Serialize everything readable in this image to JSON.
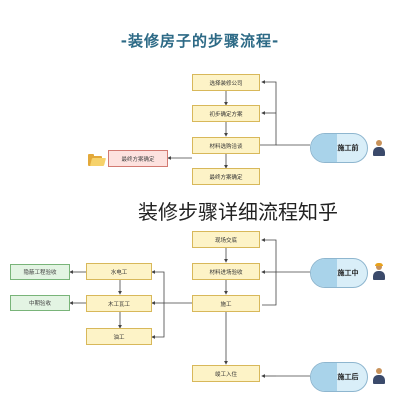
{
  "title": "-装修房子的步骤流程-",
  "watermark": "装修步骤详细流程知乎",
  "phases": {
    "before": "施工前",
    "during": "施工中",
    "after": "施工后"
  },
  "main_steps": [
    "选择装修公司",
    "初步确定方案",
    "材料选购洽谈",
    "最终方案确定",
    "现场交底",
    "材料进场验收",
    "施工",
    "竣工入住"
  ],
  "side_steps": {
    "final_plan_confirm": "最终方案确定",
    "plumbing": "水电工",
    "woodwork": "木工瓦工",
    "painting": "油工",
    "hidden_work_acceptance": "隐蔽工程验收",
    "midterm_acceptance": "中期验收"
  },
  "icons": {
    "folder": "folder-icon",
    "worker": "worker-icon"
  },
  "colors": {
    "node_fill": "#fdf3c7",
    "node_border": "#d8b85a",
    "red_fill": "#fde2df",
    "green_fill": "#e3f4e3",
    "phase_fill": "#d9eef8",
    "title": "#2d6a86"
  }
}
